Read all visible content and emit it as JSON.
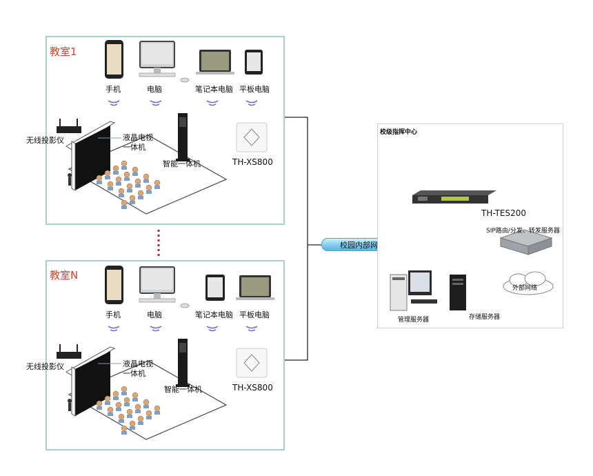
{
  "rooms": [
    {
      "title": "教室1",
      "devices": {
        "phone": "手机",
        "pc": "电脑",
        "laptop": "笔记本电脑",
        "tablet": "平板电脑"
      },
      "projector": "无线投影仪",
      "lcd": "液晶电视一体机",
      "lcd_line1": "液晶电视",
      "lcd_line2": "一体机",
      "kiosk": "智能一体机",
      "ap": "TH-XS800"
    },
    {
      "title": "教室N",
      "devices": {
        "phone": "手机",
        "pc": "电脑",
        "laptop": "平板电脑",
        "tablet": "笔记本电脑"
      },
      "projector": "无线投影仪",
      "lcd": "液晶电视一体机",
      "lcd_line1": "液晶电视",
      "lcd_line2": "一体机",
      "kiosk": "智能一体机",
      "ap": "TH-XS800"
    }
  ],
  "network": {
    "label": "校园内部网络"
  },
  "center": {
    "title": "校级指挥中心",
    "device": "TH-TES200",
    "sip": "SIP路由/分发、转发服务器",
    "external": "外部网络",
    "mgmt": "管理服务器",
    "storage": "存储服务器"
  },
  "colors": {
    "room_border": "#a9d0cf",
    "room_title": "#e0402d",
    "wire_red": "#c0272d",
    "pipe": "#5bb5e0",
    "wifi": "#6a64d6"
  }
}
